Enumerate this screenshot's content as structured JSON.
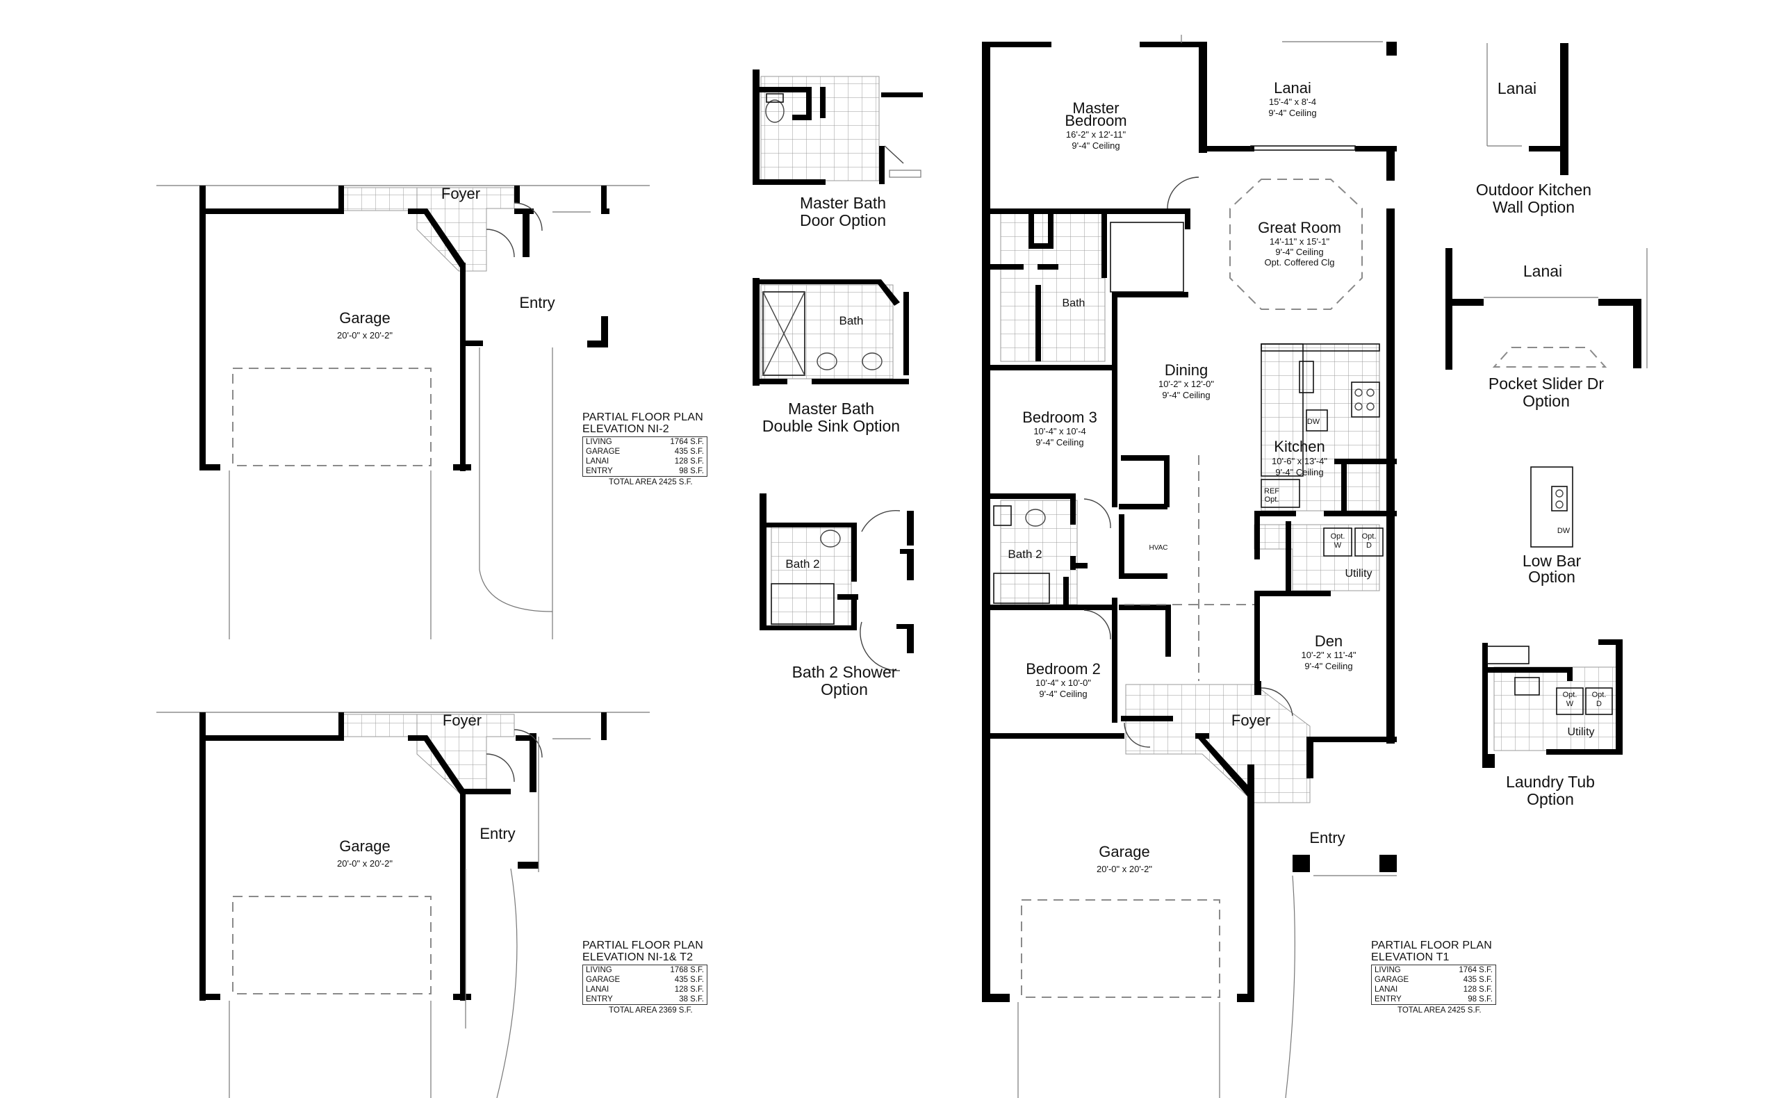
{
  "main_plan": {
    "rooms": {
      "master_bedroom": {
        "name_line1": "Master",
        "name_line2": "Bedroom",
        "dims": "16'-2\" x 12'-11\"",
        "ceiling": "9'-4\" Ceiling"
      },
      "lanai": {
        "name": "Lanai",
        "dims": "15'-4\" x 8'-4",
        "ceiling": "9'-4\" Ceiling"
      },
      "great_room": {
        "name": "Great Room",
        "dims": "14'-11\" x 15'-1\"",
        "ceiling": "9'-4\" Ceiling",
        "note": "Opt. Coffered Clg"
      },
      "bath": {
        "name": "Bath"
      },
      "dining": {
        "name": "Dining",
        "dims": "10'-2\" x 12'-0\"",
        "ceiling": "9'-4\" Ceiling"
      },
      "bedroom3": {
        "name": "Bedroom 3",
        "dims": "10'-4\" x 10'-4",
        "ceiling": "9'-4\" Ceiling"
      },
      "kitchen": {
        "name": "Kitchen",
        "dims": "10'-6\" x 13'-4\"",
        "ceiling": "9'-4\" Ceiling"
      },
      "bath2": {
        "name": "Bath 2"
      },
      "hvac": {
        "name": "HVAC"
      },
      "utility": {
        "name": "Utility"
      },
      "den": {
        "name": "Den",
        "dims": "10'-2\" x 11'-4\"",
        "ceiling": "9'-4\" Ceiling"
      },
      "bedroom2": {
        "name": "Bedroom 2",
        "dims": "10'-4\" x 10'-0\"",
        "ceiling": "9'-4\" Ceiling"
      },
      "foyer": {
        "name": "Foyer"
      },
      "garage": {
        "name": "Garage",
        "dims": "20'-0\" x 20'-2\""
      },
      "entry": {
        "name": "Entry"
      }
    },
    "appliance_labels": {
      "dw": "DW",
      "ref": "REF",
      "ref_opt": "Opt.",
      "washer_opt": "Opt.",
      "washer": "W",
      "dryer_opt": "Opt.",
      "dryer": "D"
    }
  },
  "partial_ni2": {
    "foyer": "Foyer",
    "garage": "Garage",
    "garage_dims": "20'-0\" x 20'-2\"",
    "entry": "Entry"
  },
  "partial_ni1": {
    "foyer": "Foyer",
    "garage": "Garage",
    "garage_dims": "20'-0\" x 20'-2\"",
    "entry": "Entry"
  },
  "options": {
    "master_bath_door": {
      "line1": "Master Bath",
      "line2": "Door Option"
    },
    "master_bath_double_sink": {
      "room": "Bath",
      "line1": "Master Bath",
      "line2": "Double Sink Option"
    },
    "bath2_shower": {
      "room": "Bath 2",
      "line1": "Bath 2 Shower",
      "line2": "Option"
    },
    "outdoor_kitchen": {
      "room": "Lanai",
      "line1": "Outdoor Kitchen",
      "line2": "Wall Option"
    },
    "pocket_slider": {
      "room": "Lanai",
      "line1": "Pocket Slider Dr",
      "line2": "Option"
    },
    "low_bar": {
      "dw": "DW",
      "line1": "Low Bar",
      "line2": "Option"
    },
    "laundry_tub": {
      "room": "Utility",
      "line1": "Laundry Tub",
      "line2": "Option",
      "washer_opt": "Opt.",
      "washer": "W",
      "dryer_opt": "Opt.",
      "dryer": "D"
    }
  },
  "tables": {
    "ni2": {
      "line1": "PARTIAL FLOOR PLAN",
      "line2": "ELEVATION NI-2",
      "rows": [
        {
          "label": "LIVING",
          "value": "1764 S.F."
        },
        {
          "label": "GARAGE",
          "value": "435 S.F."
        },
        {
          "label": "LANAI",
          "value": "128 S.F."
        },
        {
          "label": "ENTRY",
          "value": "98 S.F."
        }
      ],
      "total": "TOTAL AREA    2425 S.F."
    },
    "ni1_t2": {
      "line1": "PARTIAL FLOOR PLAN",
      "line2": "ELEVATION NI-1& T2",
      "rows": [
        {
          "label": "LIVING",
          "value": "1768 S.F."
        },
        {
          "label": "GARAGE",
          "value": "435 S.F."
        },
        {
          "label": "LANAI",
          "value": "128 S.F."
        },
        {
          "label": "ENTRY",
          "value": "38 S.F."
        }
      ],
      "total": "TOTAL AREA    2369 S.F."
    },
    "t1": {
      "line1": "PARTIAL FLOOR PLAN",
      "line2": "ELEVATION T1",
      "rows": [
        {
          "label": "LIVING",
          "value": "1764 S.F."
        },
        {
          "label": "GARAGE",
          "value": "435 S.F."
        },
        {
          "label": "LANAI",
          "value": "128 S.F."
        },
        {
          "label": "ENTRY",
          "value": "98 S.F."
        }
      ],
      "total": "TOTAL AREA    2425 S.F."
    }
  }
}
